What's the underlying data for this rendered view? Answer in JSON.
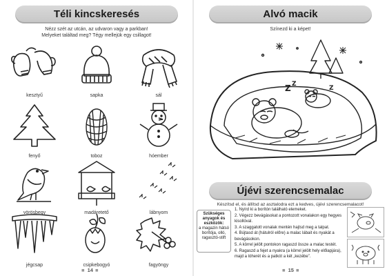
{
  "left_page": {
    "title": "Téli kincskeresés",
    "intro_line1": "Nézz szét az utcán, az udvaron vagy a parkban!",
    "intro_line2": "Melyeket találtad meg? Tégy mellejük egy csillagot!",
    "items": [
      {
        "label": "kesztyű",
        "icon": "mittens-icon"
      },
      {
        "label": "sapka",
        "icon": "winter-hat-icon"
      },
      {
        "label": "sál",
        "icon": "scarf-icon"
      },
      {
        "label": "fenyő",
        "icon": "pine-tree-icon"
      },
      {
        "label": "toboz",
        "icon": "pine-cone-icon"
      },
      {
        "label": "hóember",
        "icon": "snowman-icon"
      },
      {
        "label": "vörösbegy",
        "icon": "robin-bird-icon"
      },
      {
        "label": "madáretető",
        "icon": "bird-feeder-icon"
      },
      {
        "label": "lábnyom",
        "icon": "footprints-icon"
      },
      {
        "label": "jégcsap",
        "icon": "icicles-icon"
      },
      {
        "label": "csipkebogyó",
        "icon": "rosehip-icon"
      },
      {
        "label": "fagyöngy",
        "icon": "mistletoe-icon"
      }
    ],
    "page_number": "14"
  },
  "right_page": {
    "title": "Alvó macik",
    "instruction": "Színezd ki a képet!",
    "scene_icon": "sleeping-bears-den-icon",
    "section2_title": "Újévi szerencsemalac",
    "section2_intro": "Készítsd el, és állítsd az asztalodra ezt a kedves, újévi szerencsemalacot!",
    "supplies_heading": "Szükséges anyagok és eszközök:",
    "supplies_text": "a magazin hátsó borítója, olló, ragasztó-stift",
    "steps": [
      "1. Nyírd ki a borítón található elemeket.",
      "2. Végezz bevágásokat a pontozott vonalakon egy hegyes kisollóval.",
      "3. A szaggatott vonalak mentén hajtsd meg a talpat.",
      "4. Bújtasd át (hátulról előre) a malac lábait és nyakát a bevágásokon.",
      "5. A körrel jelölt pontokon ragaszd össze a malac testét.",
      "6. Ragaszd a fejet a nyakra (a körrel jelölt hely előlapjára), majd a lóherét és a patkót a két „kezébe”."
    ],
    "page_number": "15"
  }
}
